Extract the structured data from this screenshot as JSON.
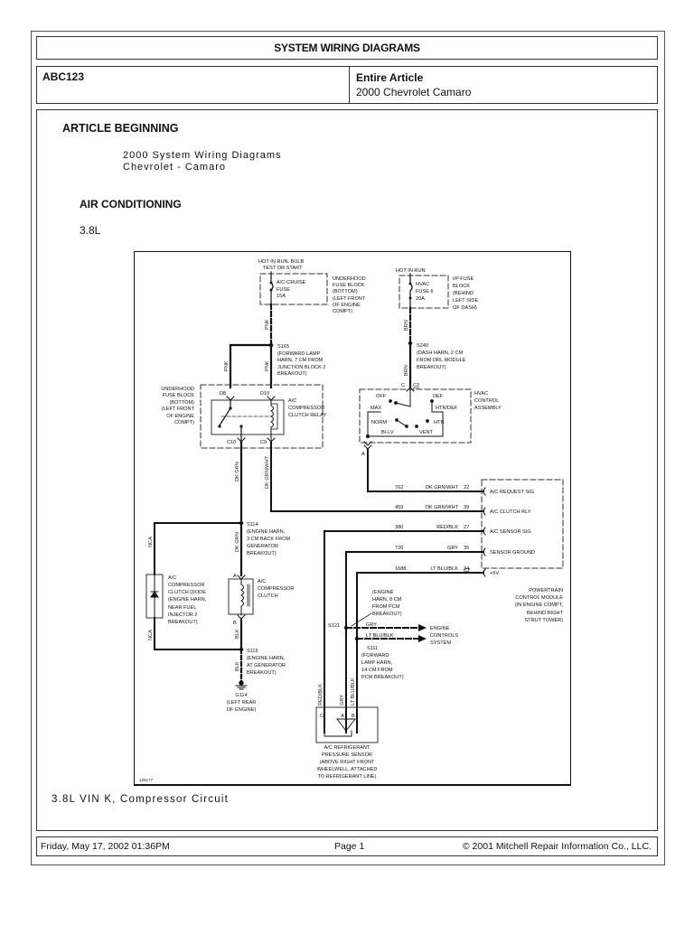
{
  "header": {
    "title": "SYSTEM WIRING DIAGRAMS",
    "doc_id": "ABC123",
    "section_title": "Entire Article",
    "vehicle": "2000 Chevrolet Camaro"
  },
  "article": {
    "heading": "ARTICLE BEGINNING",
    "intro_lines": [
      "2000 System Wiring Diagrams",
      "Chevrolet - Camaro"
    ],
    "section": "AIR CONDITIONING",
    "engine": "3.8L",
    "figure_caption": "3.8L VIN K, Compressor Circuit"
  },
  "diagram": {
    "figure_number": "125177",
    "labels": {
      "hot_run_bulb": [
        "HOT IN RUN, BULB",
        "TEST OR START"
      ],
      "fuse_ac_cruise": [
        "A/C-CRUISE",
        "FUSE",
        "15A"
      ],
      "underhood_fuse_block_top": [
        "UNDERHOOD",
        "FUSE BLOCK",
        "(BOTTOM)",
        "(LEFT FRONT",
        "OF ENGINE",
        "COMPT)"
      ],
      "hot_in_run": "HOT IN RUN",
      "fuse_hvac": [
        "HVAC",
        "FUSE 6",
        "20A"
      ],
      "ip_fuse_block": [
        "I/P FUSE",
        "BLOCK",
        "(BEHIND",
        "LEFT SIDE",
        "OF DASH)"
      ],
      "s165": [
        "S165",
        "(FORWARD LAMP",
        "HARN, 7 CM FROM",
        "JUNCTION BLOCK 2",
        "BREAKOUT)"
      ],
      "s240": [
        "S240",
        "(DASH HARN, 2 CM",
        "FROM DRL MODULE",
        "BREAKOUT)"
      ],
      "underhood_fuse_block_left": [
        "UNDERHOOD",
        "FUSE BLOCK",
        "(BOTTOM)",
        "(LEFT FRONT",
        "OF ENGINE",
        "COMPT)"
      ],
      "relay": [
        "A/C",
        "COMPRESSOR",
        "CLUTCH RELAY"
      ],
      "hvac_control": [
        "HVAC",
        "CONTROL",
        "ASSEMBLY"
      ],
      "hvac_modes": {
        "off": "OFF",
        "max": "MAX",
        "norm": "NORM",
        "bilv": "BI-LV",
        "def": "DEF",
        "htrdef": "HTR/DEF",
        "htr": "HTR",
        "vent": "VENT"
      },
      "connectors": {
        "d8": "D8",
        "d10": "D10",
        "c10": "C10",
        "c9": "C9",
        "c": "C",
        "c2": "C2",
        "a": "A",
        "b": "B"
      },
      "wire_colors": {
        "pnk": "PNK",
        "brn": "BRN",
        "dkgrn": "DK GRN",
        "dkgrnwht": "DK GRN/WHT",
        "nca": "NCA",
        "blk": "BLK",
        "redblk": "RED/BLK",
        "gry": "GRY",
        "ltblublk": "LT BLU/BLK"
      },
      "s114": [
        "S114",
        "(ENGINE HARN,",
        "3 CM BACK FROM",
        "GENERATOR",
        "BREAKOUT)"
      ],
      "diode": [
        "A/C",
        "COMPRESSOR",
        "CLUTCH DIODE",
        "(ENGINE HARN,",
        "NEAR FUEL",
        "INJECTOR 2",
        "BREAKOUT)"
      ],
      "clutch": [
        "A/C",
        "COMPRESSOR",
        "CLUTCH"
      ],
      "s115": [
        "S115",
        "(ENGINE HARN,",
        "AT GENERATOR",
        "BREAKOUT)"
      ],
      "g114": [
        "G114",
        "(LEFT REAR",
        "OF ENGINE)"
      ],
      "s121_note": [
        "(ENGINE",
        "HARN, 8 CM",
        "FROM PCM",
        "BREAKOUT)"
      ],
      "s121": "S121",
      "s111": [
        "S111",
        "(FORWARD",
        "LAMP HARN,",
        "14 CM FROM",
        "PCM BREAKOUT)"
      ],
      "engine_controls": [
        "ENGINE",
        "CONTROLS",
        "SYSTEM"
      ],
      "sensor": [
        "A/C REFRIGERANT",
        "PRESSURE SENSOR",
        "(ABOVE RIGHT FRONT",
        "WHEELWELL, ATTACHED",
        "TO REFRIGERANT LINE)"
      ],
      "pcm": [
        "POWERTRAIN",
        "CONTROL MODULE",
        "(IN ENGINE COMPT,",
        "BEHIND RIGHT",
        "STRUT TOWER)"
      ],
      "pcm_c2": "C2"
    },
    "pcm_pins": [
      {
        "circuit": "762",
        "color": "DK GRN/WHT",
        "pin": "22",
        "function": "A/C REQUEST SIG"
      },
      {
        "circuit": "459",
        "color": "DK GRN/WHT",
        "pin": "39",
        "function": "A/C CLUTCH RLY"
      },
      {
        "circuit": "380",
        "color": "RED/BLK",
        "pin": "27",
        "function": "A/C SENSOR SIG"
      },
      {
        "circuit": "720",
        "color": "GRY",
        "pin": "35",
        "function": "SENSOR GROUND"
      },
      {
        "circuit": "1688",
        "color": "LT BLU/BLK",
        "pin": "34",
        "function": "+5V"
      }
    ]
  },
  "footer": {
    "timestamp": "Friday, May 17, 2002 01:36PM",
    "page": "Page 1",
    "copyright": "© 2001 Mitchell Repair Information Co., LLC."
  }
}
